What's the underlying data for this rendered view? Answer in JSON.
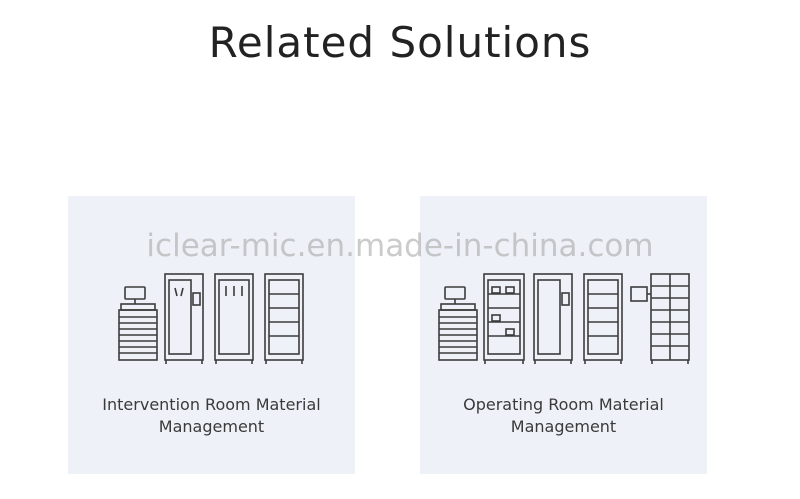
{
  "page": {
    "title": "Related Solutions"
  },
  "cards": [
    {
      "label_line1": "Intervention Room Material",
      "label_line2": "Management"
    },
    {
      "label_line1": "Operating Room Material",
      "label_line2": "Management"
    }
  ],
  "watermark": "iclear-mic.en.made-in-china.com",
  "colors": {
    "card_background": "#eef1f7",
    "equipment_stroke": "#3c3c3c",
    "title_text": "#222222"
  },
  "icons": [
    "workstation-cart-icon",
    "cabinet-icon"
  ]
}
